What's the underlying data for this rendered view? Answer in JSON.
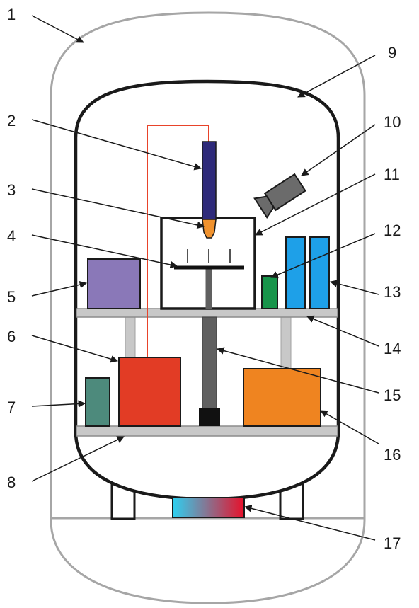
{
  "callouts": [
    {
      "id": "1",
      "label": "1"
    },
    {
      "id": "2",
      "label": "2"
    },
    {
      "id": "3",
      "label": "3"
    },
    {
      "id": "4",
      "label": "4"
    },
    {
      "id": "5",
      "label": "5"
    },
    {
      "id": "6",
      "label": "6"
    },
    {
      "id": "7",
      "label": "7"
    },
    {
      "id": "8",
      "label": "8"
    },
    {
      "id": "9",
      "label": "9"
    },
    {
      "id": "10",
      "label": "10"
    },
    {
      "id": "11",
      "label": "11"
    },
    {
      "id": "12",
      "label": "12"
    },
    {
      "id": "13",
      "label": "13"
    },
    {
      "id": "14",
      "label": "14"
    },
    {
      "id": "15",
      "label": "15"
    },
    {
      "id": "16",
      "label": "16"
    },
    {
      "id": "17",
      "label": "17"
    }
  ],
  "colors": {
    "outer_shell": "#a6a6a6",
    "inner_chamber": "#1a1a1a",
    "shelf": "#c8c8c8",
    "probe_body": "#2e2a7a",
    "probe_tip": "#f0922e",
    "feed_wire": "#e8432a",
    "camera": "#6b6b6b",
    "box_purple": "#8a78b8",
    "box_red": "#e23c25",
    "box_teal": "#4d8a7c",
    "box_orange": "#ef8420",
    "box_green": "#17944a",
    "cylinders_blue": "#1ea0e8",
    "rod": "#606060",
    "base_block": "#111111",
    "heater_cold": "#2ed0f0",
    "heater_hot": "#e8102a"
  }
}
